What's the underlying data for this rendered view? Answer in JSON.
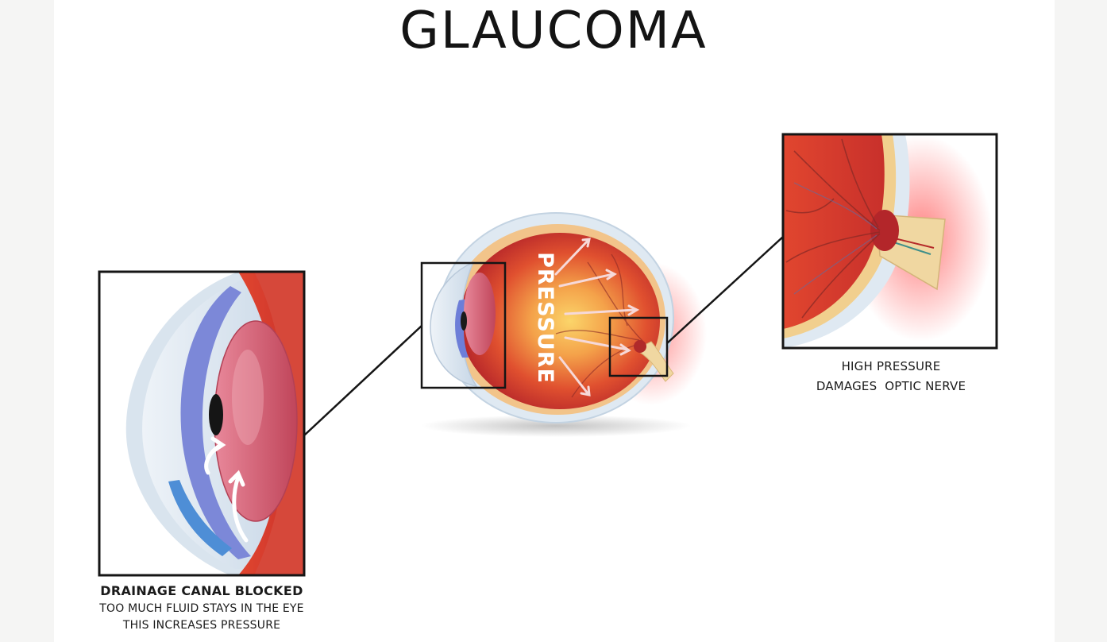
{
  "title": "GLAUCOMA",
  "center_label": "PRESSURE",
  "left_caption": {
    "heading": "DRAINAGE CANAL BLOCKED",
    "line1": "TOO MUCH FLUID STAYS IN THE EYE",
    "line2": "THIS INCREASES PRESSURE"
  },
  "right_caption": {
    "line1": "HIGH PRESSURE",
    "line2": "DAMAGES  OPTIC NERVE"
  }
}
